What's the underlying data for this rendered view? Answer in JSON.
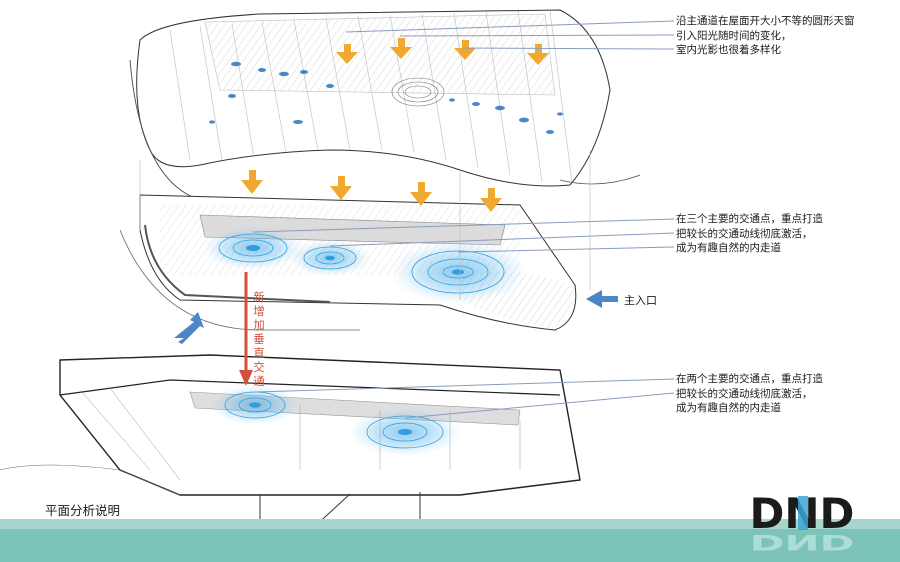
{
  "annotations": {
    "skylight": {
      "lines": [
        "沿主通道在屋面开大小不等的圆形天窗",
        "引入阳光随时间的变化，",
        "室内光影也很着多样化"
      ]
    },
    "three_nodes": {
      "lines": [
        "在三个主要的交通点，重点打造",
        "把较长的交通动线彻底激活，",
        "成为有趣自然的内走道"
      ]
    },
    "two_nodes": {
      "lines": [
        "在两个主要的交通点，重点打造",
        "把较长的交通动线彻底激活，",
        "成为有趣自然的内走道"
      ]
    }
  },
  "entrance_label": "主入口",
  "vertical_label": "新增加垂直交通",
  "page_caption": "平面分析说明",
  "logo": {
    "text": "DND"
  },
  "colors": {
    "sun_arrow": "#f0a92e",
    "ripple": "#2f9ee0",
    "vertical_arrow": "#d2503a",
    "direction_arrow": "#4a86c8",
    "leader_line": "#8a9bc0",
    "footer_band": "#7cc4b9"
  }
}
